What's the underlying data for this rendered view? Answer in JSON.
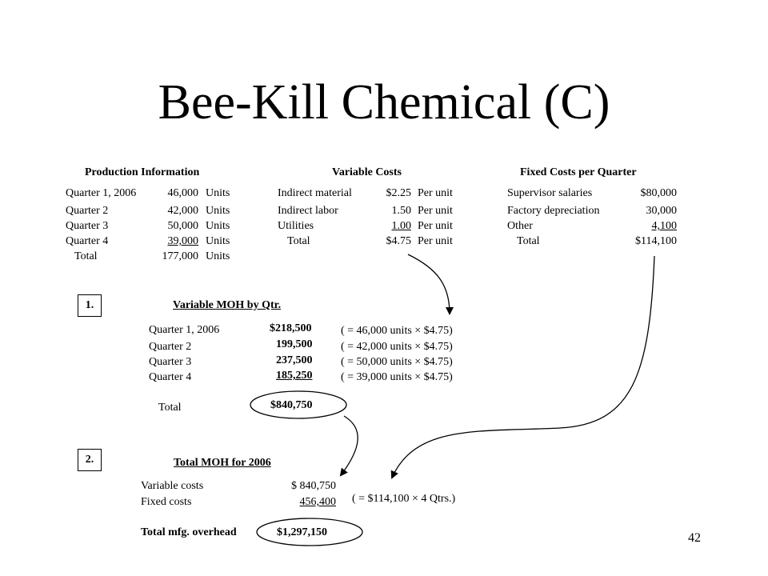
{
  "title": "Bee-Kill Chemical (C)",
  "production": {
    "header": "Production Information",
    "rows": [
      {
        "label": "Quarter 1, 2006",
        "value": "46,000",
        "unit": "Units"
      },
      {
        "label": "Quarter 2",
        "value": "42,000",
        "unit": "Units"
      },
      {
        "label": "Quarter 3",
        "value": "50,000",
        "unit": "Units"
      },
      {
        "label": "Quarter 4",
        "value": " 39,000",
        "unit": "Units"
      },
      {
        "label": "Total",
        "value": "177,000",
        "unit": "Units"
      }
    ]
  },
  "variable_costs": {
    "header": "Variable Costs",
    "rows": [
      {
        "label": "Indirect material",
        "value": "$2.25",
        "unit": "Per unit"
      },
      {
        "label": "Indirect labor",
        "value": "1.50",
        "unit": "Per unit"
      },
      {
        "label": "Utilities",
        "value": "1.00",
        "unit": "Per unit"
      },
      {
        "label": "Total",
        "value": "$4.75",
        "unit": "Per unit"
      }
    ]
  },
  "fixed_costs": {
    "header": "Fixed Costs per Quarter",
    "rows": [
      {
        "label": "Supervisor salaries",
        "value": "$80,000"
      },
      {
        "label": "Factory depreciation",
        "value": "30,000"
      },
      {
        "label": "Other",
        "value": "4,100"
      },
      {
        "label": "Total",
        "value": "$114,100"
      }
    ]
  },
  "section1": {
    "number": "1.",
    "heading": "Variable MOH by Qtr.",
    "rows": [
      {
        "label": "Quarter 1, 2006",
        "value": "$218,500",
        "note": "( = 46,000 units × $4.75)"
      },
      {
        "label": "Quarter 2",
        "value": "199,500",
        "note": "( = 42,000 units × $4.75)"
      },
      {
        "label": "Quarter 3",
        "value": "237,500",
        "note": "( = 50,000 units × $4.75)"
      },
      {
        "label": "Quarter 4",
        "value": "185,250",
        "note": "( = 39,000 units × $4.75)"
      }
    ],
    "total_label": "Total",
    "total_value": "$840,750"
  },
  "section2": {
    "number": "2.",
    "heading": "Total MOH for 2006",
    "rows": [
      {
        "label": "Variable costs",
        "value": "$ 840,750"
      },
      {
        "label": "Fixed costs",
        "value": "456,400",
        "note": "( = $114,100 × 4 Qtrs.)"
      }
    ],
    "total_label": "Total mfg. overhead",
    "total_value": "$1,297,150"
  },
  "page_number": "42"
}
